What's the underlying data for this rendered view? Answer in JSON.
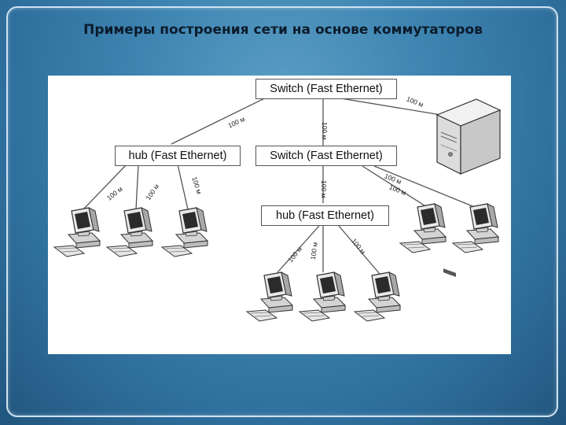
{
  "slide": {
    "title": "Примеры построения сети на основе коммутаторов"
  },
  "diagram": {
    "nodes": {
      "switch_top": "Switch (Fast Ethernet)",
      "hub_left": "hub (Fast Ethernet)",
      "switch_mid": "Switch (Fast Ethernet)",
      "hub_bottom": "hub (Fast Ethernet)"
    },
    "links": {
      "top_to_server": "100 м",
      "top_to_hub_left": "100 м",
      "top_to_switch_mid": "100 м",
      "hub_left_pc1": "100 м",
      "hub_left_pc2": "100 м",
      "hub_left_pc3": "100 м",
      "mid_to_hub_bottom": "100 м",
      "mid_to_pc_right1": "100 м",
      "mid_to_pc_right2": "100 м",
      "hub_bottom_pc1": "100 м",
      "hub_bottom_pc2": "100 м",
      "hub_bottom_pc3": "100 м"
    },
    "icons": {
      "workstation": "desktop-computer-icon",
      "server": "server-tower-icon"
    }
  }
}
